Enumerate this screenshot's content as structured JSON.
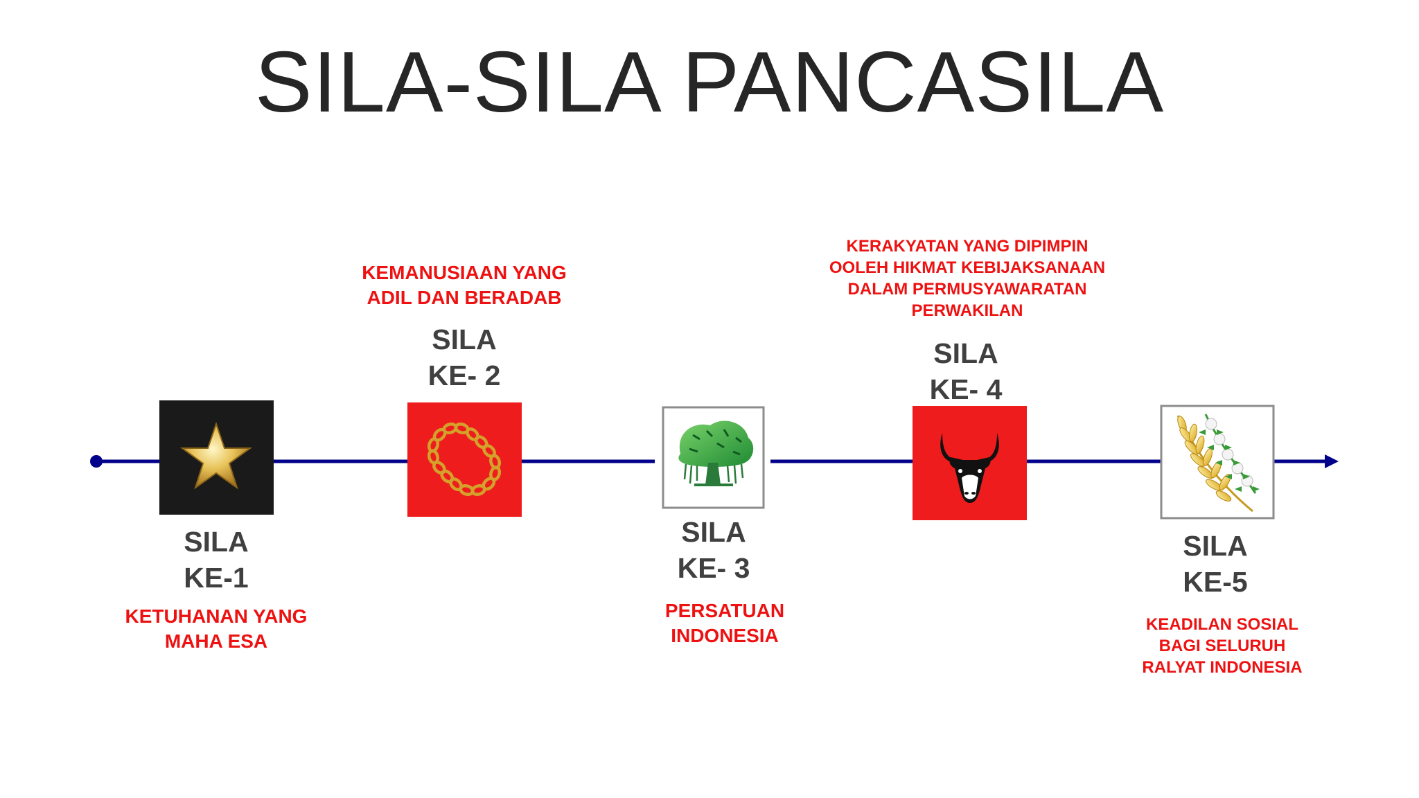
{
  "title": "SILA-SILA PANCASILA",
  "timeline": {
    "line_color": "#00008b",
    "start_marker": "dot",
    "end_marker": "arrow"
  },
  "sila": [
    {
      "number_label_1": "SILA",
      "number_label_2": "KE-1",
      "description": [
        "KETUHANAN YANG",
        "MAHA ESA"
      ],
      "symbol": "star-icon",
      "bg": "#1a1a1a"
    },
    {
      "number_label_1": "SILA",
      "number_label_2": "KE- 2",
      "description": [
        "KEMANUSIAAN YANG",
        "ADIL DAN BERADAB"
      ],
      "symbol": "chain-icon",
      "bg": "#ee1c1c"
    },
    {
      "number_label_1": "SILA",
      "number_label_2": "KE- 3",
      "description": [
        "PERSATUAN",
        "INDONESIA"
      ],
      "symbol": "banyan-tree-icon",
      "bg": "#ffffff"
    },
    {
      "number_label_1": "SILA",
      "number_label_2": "KE- 4",
      "description": [
        "KERAKYATAN YANG DIPIMPIN",
        "OOLEH HIKMAT KEBIJAKSANAAN",
        "DALAM PERMUSYAWARATAN",
        "PERWAKILAN"
      ],
      "symbol": "bull-head-icon",
      "bg": "#ee1c1c"
    },
    {
      "number_label_1": "SILA",
      "number_label_2": "KE-5",
      "description": [
        "KEADILAN SOSIAL",
        "BAGI SELURUH",
        "RALYAT INDONESIA"
      ],
      "symbol": "rice-cotton-icon",
      "bg": "#ffffff"
    }
  ],
  "colors": {
    "description_text": "#ee1111",
    "label_text": "#404040",
    "title_text": "#262626"
  }
}
